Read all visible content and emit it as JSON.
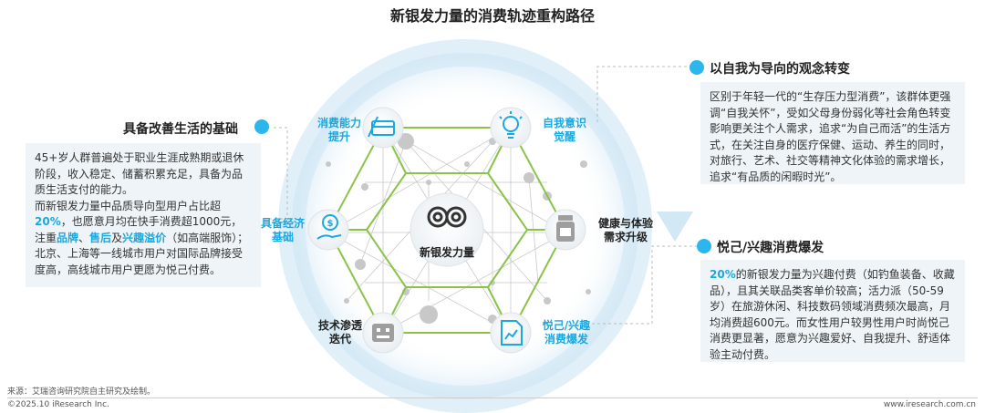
{
  "title": "新银发力量的消费轨迹重构路径",
  "center": {
    "label": "新银发力量"
  },
  "nodes": {
    "consumption_ability": {
      "line1": "消费能力",
      "line2": "提升"
    },
    "self_awareness": {
      "line1": "自我意识",
      "line2": "觉醒"
    },
    "health_experience": {
      "line1": "健康与体验",
      "line2": "需求升级"
    },
    "self_pleasing": {
      "line1": "悦己/兴趣",
      "line2": "消费爆发"
    },
    "tech_penetration": {
      "line1": "技术渗透",
      "line2": "迭代"
    },
    "economic_foundation": {
      "line1": "具备经济",
      "line2": "基础"
    }
  },
  "left_section": {
    "heading": "具备改善生活的基础",
    "p1": "45+岁人群普遍处于职业生涯成熟期或退休阶段，收入稳定、储蓄积累充足，具备为品质生活支付的能力。",
    "p2_a": "而新银发力量中品质导向型用户占比超",
    "p2_pct": "20%",
    "p2_b": "，也愿意月均在快手消费超1000元，注重",
    "p2_hl1": "品牌",
    "p2_sep1": "、",
    "p2_hl2": "售后",
    "p2_sep2": "及",
    "p2_hl3": "兴趣溢价",
    "p2_c": "（如高端服饰）；北京、上海等一线城市用户对国际品牌接受度高，高线城市用户更愿为悦己付费。"
  },
  "right_top": {
    "heading": "以自我为导向的观念转变",
    "text": "区别于年轻一代的“生存压力型消费”，该群体更强调“自我关怀”，受如父母身份弱化等社会角色转变影响更关注个人需求，追求“为自己而活”的生活方式，在关注自身的医疗保健、运动、养生的同时，对旅行、艺术、社交等精神文化体验的需求增长，追求“有品质的闲暇时光”。"
  },
  "right_bottom": {
    "heading": "悦己/兴趣消费爆发",
    "pct": "20%",
    "text": "的新银发力量为兴趣付费（如钓鱼装备、收藏品），且其关联品类客单价较高；活力派（50-59岁）在旅游休闲、科技数码领域消费频次最高，月均消费超600元。而女性用户较男性用户时尚悦己消费更显著，愿意为兴趣爱好、自我提升、舒适体验主动付费。"
  },
  "footer": {
    "source": "来源：艾瑞咨询研究院自主研究及绘制。",
    "copyright": "©2025.10 iResearch Inc.",
    "website": "www.iresearch.com.cn"
  },
  "colors": {
    "accent": "#1aa8e0",
    "dot": "#2bb7ec",
    "hex_green": "#8bc34a",
    "ring": "#cfe6f4",
    "box_bg": "#eef4f8"
  }
}
